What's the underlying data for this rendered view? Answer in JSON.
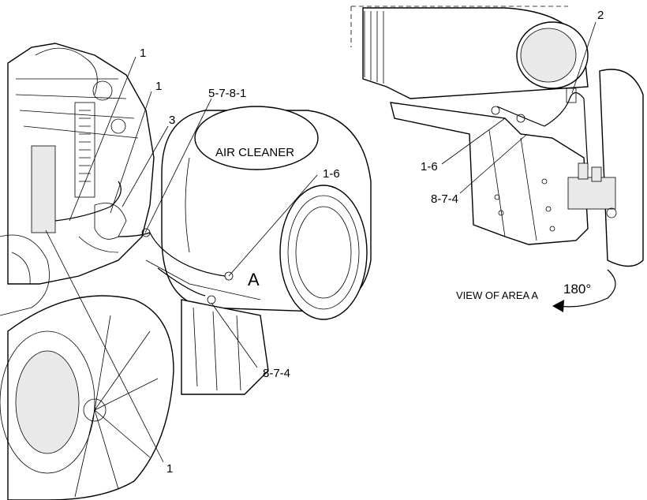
{
  "main_view": {
    "air_cleaner_label": "AIR CLEANER",
    "area_marker": "A",
    "callouts": {
      "c1_top": "1",
      "c1_second": "1",
      "c3": "3",
      "c5781": "5-7-8-1",
      "c16": "1-6",
      "c874": "8-7-4",
      "c1_bottom": "1"
    }
  },
  "detail_view": {
    "callouts": {
      "c2": "2",
      "c16": "1-6",
      "c874": "8-7-4"
    },
    "caption": "VIEW OF AREA A",
    "rotation": "180°"
  }
}
